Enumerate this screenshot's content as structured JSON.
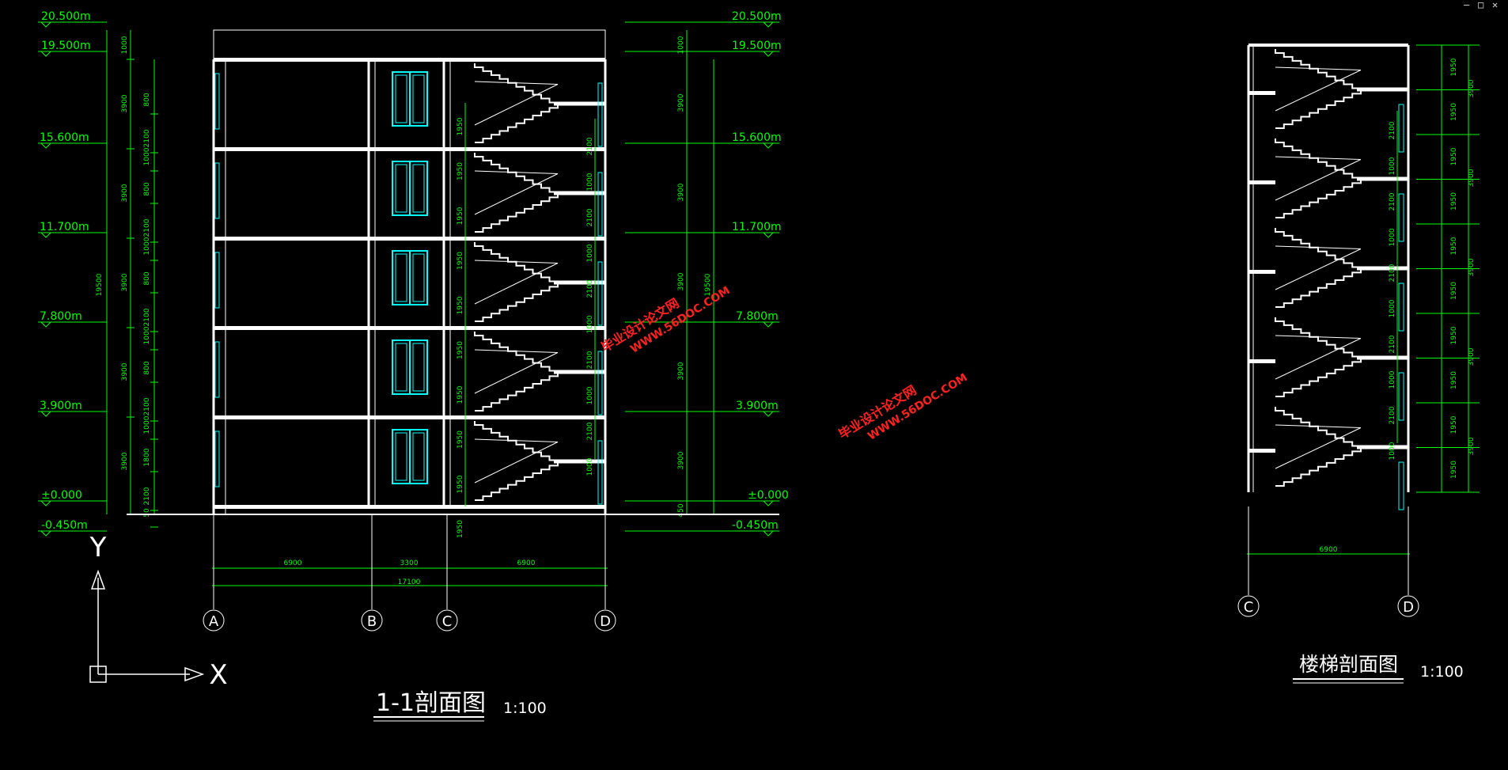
{
  "window_controls": {
    "minimize": "–",
    "restore": "□",
    "close": "✕"
  },
  "colors": {
    "background": "#000000",
    "wall": "#ffffff",
    "dimension": "#00ff00",
    "window": "#00ffff",
    "watermark": "#ff2020",
    "axis": "#ffffff"
  },
  "main_section": {
    "title": "1-1剖面图",
    "scale": "1:100",
    "elevations": [
      "20.500m",
      "19.500m",
      "15.600m",
      "11.700m",
      "7.800m",
      "3.900m",
      "±0.000",
      "-0.450m"
    ],
    "left_dims_inner": [
      "1000",
      "800",
      "2100",
      "1000",
      "800",
      "2100",
      "1000",
      "800",
      "2100",
      "1000",
      "800",
      "2100",
      "1000",
      "1800",
      "2100",
      "50"
    ],
    "left_dims_floor": [
      "3900",
      "3900",
      "3900",
      "3900",
      "3900"
    ],
    "left_dims_total": "19500",
    "stair_flights": [
      "1950",
      "1950",
      "1950",
      "1950",
      "1950",
      "1950",
      "1950",
      "1950",
      "1950",
      "1950"
    ],
    "right_window_dims": [
      "2100",
      "1000",
      "2100",
      "1000",
      "2100",
      "1000",
      "2100",
      "1000",
      "2100",
      "1000"
    ],
    "right_dims_floor": [
      "1000",
      "3900",
      "3900",
      "3900",
      "3900",
      "3900",
      "450"
    ],
    "right_dims_total": "19500",
    "bay_dims": [
      "6900",
      "3300",
      "6900"
    ],
    "total_dim": "17100",
    "axes": [
      "A",
      "B",
      "C",
      "D"
    ]
  },
  "stair_section": {
    "title": "楼梯剖面图",
    "scale": "1:100",
    "flight_dims": [
      "1950",
      "1950",
      "1950",
      "1950",
      "1950",
      "1950",
      "1950",
      "1950",
      "1950",
      "1950"
    ],
    "floor_dims": [
      "3900",
      "3900",
      "3900",
      "3900",
      "3900"
    ],
    "window_dims": [
      "2100",
      "1000",
      "2100",
      "1000",
      "2100",
      "1000",
      "2100",
      "1000",
      "2100",
      "1000"
    ],
    "width_dim": "6900",
    "axes": [
      "C",
      "D"
    ]
  },
  "ucs": {
    "x_label": "X",
    "y_label": "Y"
  },
  "watermarks": [
    {
      "line1": "毕业设计论文网",
      "line2": "WWW.56DOC.COM"
    },
    {
      "line1": "毕业设计论文网",
      "line2": "WWW.56DOC.COM"
    }
  ]
}
